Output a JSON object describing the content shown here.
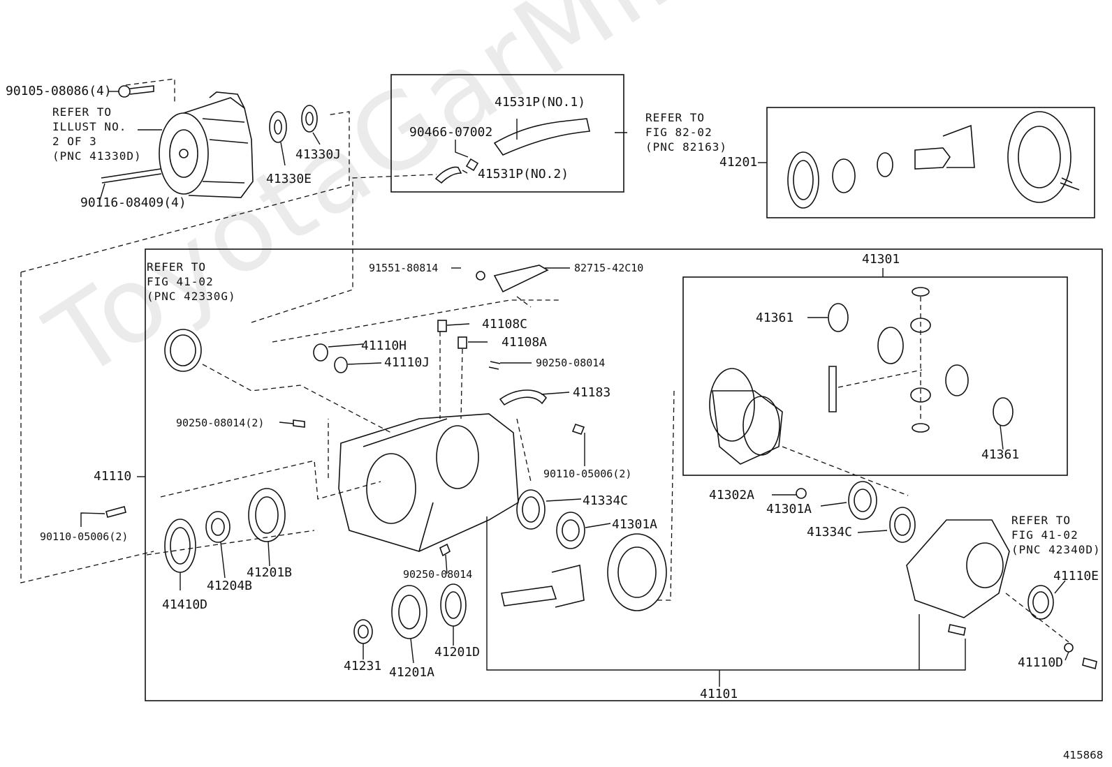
{
  "watermark": "ToyotaGarMine.ru",
  "figure_id": "415868",
  "refs": {
    "illust": "REFER TO\nILLUST NO.\n2 OF 3\n(PNC 41330D)",
    "fig82": "REFER TO\nFIG 82-02\n(PNC 82163)",
    "fig41_left": "REFER TO\nFIG 41-02\n(PNC 42330G)",
    "fig41_right": "REFER TO\nFIG 41-02\n(PNC 42340D)"
  },
  "parts": {
    "p90105": "90105-08086(4)",
    "p90116": "90116-08409(4)",
    "p41330e": "41330E",
    "p41330j": "41330J",
    "p41531p1": "41531P(NO.1)",
    "p90466": "90466-07002",
    "p41531p2": "41531P(NO.2)",
    "p41201": "41201",
    "p91551": "91551-80814",
    "p82715": "82715-42C10",
    "p41301": "41301",
    "p41361a": "41361",
    "p41361b": "41361",
    "p41108c": "41108C",
    "p41108a": "41108A",
    "p41110h": "41110H",
    "p41110j": "41110J",
    "p90250a": "90250-08014",
    "p41183": "41183",
    "p90250b": "90250-08014(2)",
    "p90110a": "90110-05006(2)",
    "p41110": "41110",
    "p90110b": "90110-05006(2)",
    "p41334c_a": "41334C",
    "p41301a_a": "41301A",
    "p41302a": "41302A",
    "p41301a_b": "41301A",
    "p41334c_b": "41334C",
    "p41110e": "41110E",
    "p41110d": "41110D",
    "p41410d": "41410D",
    "p41204b": "41204B",
    "p41201b": "41201B",
    "p90250c": "90250-08014",
    "p41231": "41231",
    "p41201a": "41201A",
    "p41201d": "41201D",
    "p41101": "41101"
  }
}
